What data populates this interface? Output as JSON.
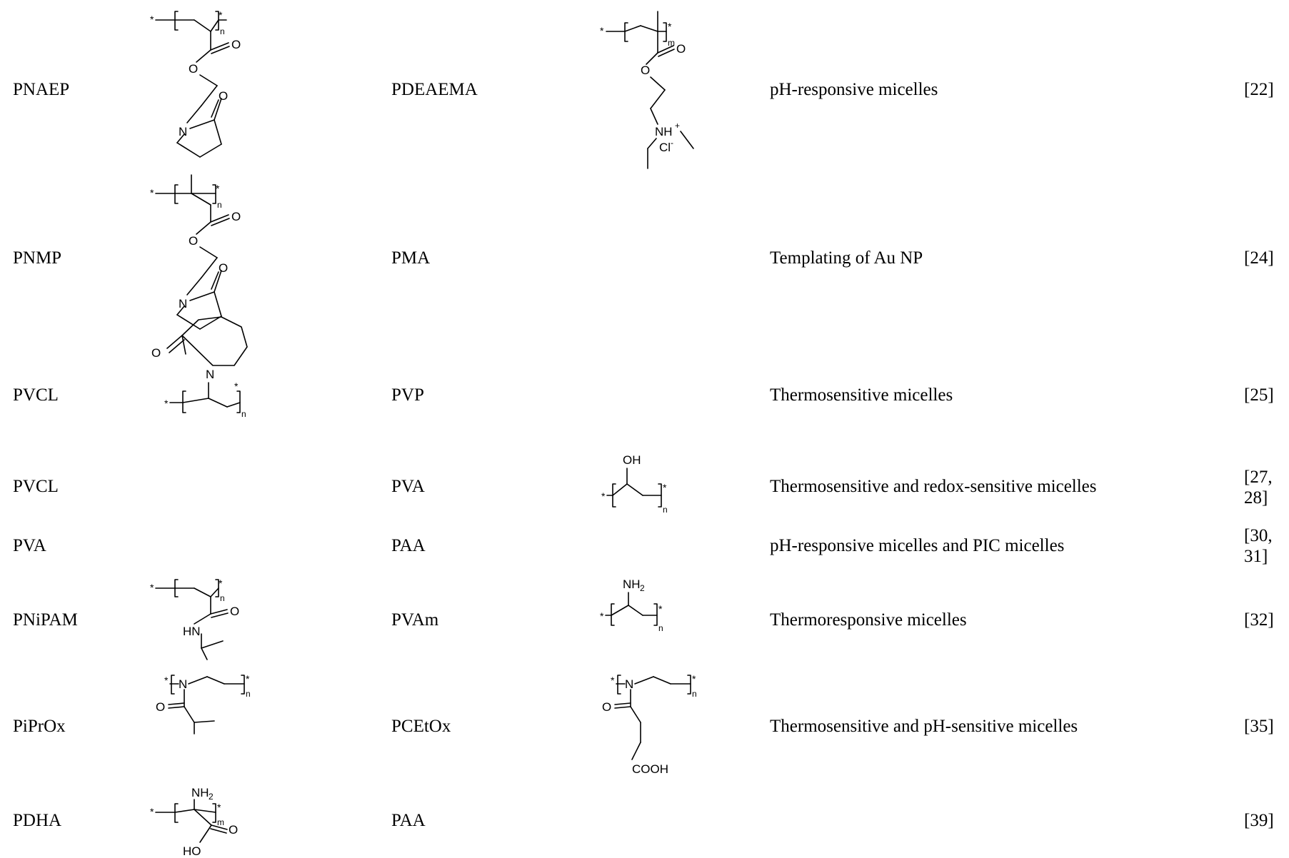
{
  "rows": [
    {
      "polymer_a": "PNAEP",
      "polymer_b": "PDEAEMA",
      "application": "pH-responsive micelles",
      "ref": "[22]"
    },
    {
      "polymer_a": "PNMP",
      "polymer_b": "PMA",
      "application": "Templating of Au NP",
      "ref": "[24]"
    },
    {
      "polymer_a": "PVCL",
      "polymer_b": "PVP",
      "application": "Thermosensitive micelles",
      "ref": "[25]"
    },
    {
      "polymer_a": "PVCL",
      "polymer_b": "PVA",
      "application": "Thermosensitive and redox-sensitive micelles",
      "ref": "[27,28]"
    },
    {
      "polymer_a": "PVA",
      "polymer_b": "PAA",
      "application": "pH-responsive micelles and PIC micelles",
      "ref": "[30,31]"
    },
    {
      "polymer_a": "PNiPAM",
      "polymer_b": "PVAm",
      "application": "Thermoresponsive micelles",
      "ref": "[32]"
    },
    {
      "polymer_a": "PiPrOx",
      "polymer_b": "PCEtOx",
      "application": "Thermosensitive and pH-sensitive micelles",
      "ref": "[35]"
    },
    {
      "polymer_a": "PDHA",
      "polymer_b": "PAA",
      "application": "",
      "ref": "[39]"
    }
  ],
  "atoms": {
    "o": "O",
    "n": "N",
    "oh": "OH",
    "ho": "HO",
    "hn": "HN",
    "nh": "NH",
    "nh2": "NH",
    "sub2": "2",
    "plus": "+",
    "cl": "Cl",
    "minus": "-",
    "cooh": "COOH",
    "star": "*",
    "n_idx": "n",
    "m_idx": "m"
  },
  "icons": {
    "structure": "chemical-structure-icon"
  }
}
